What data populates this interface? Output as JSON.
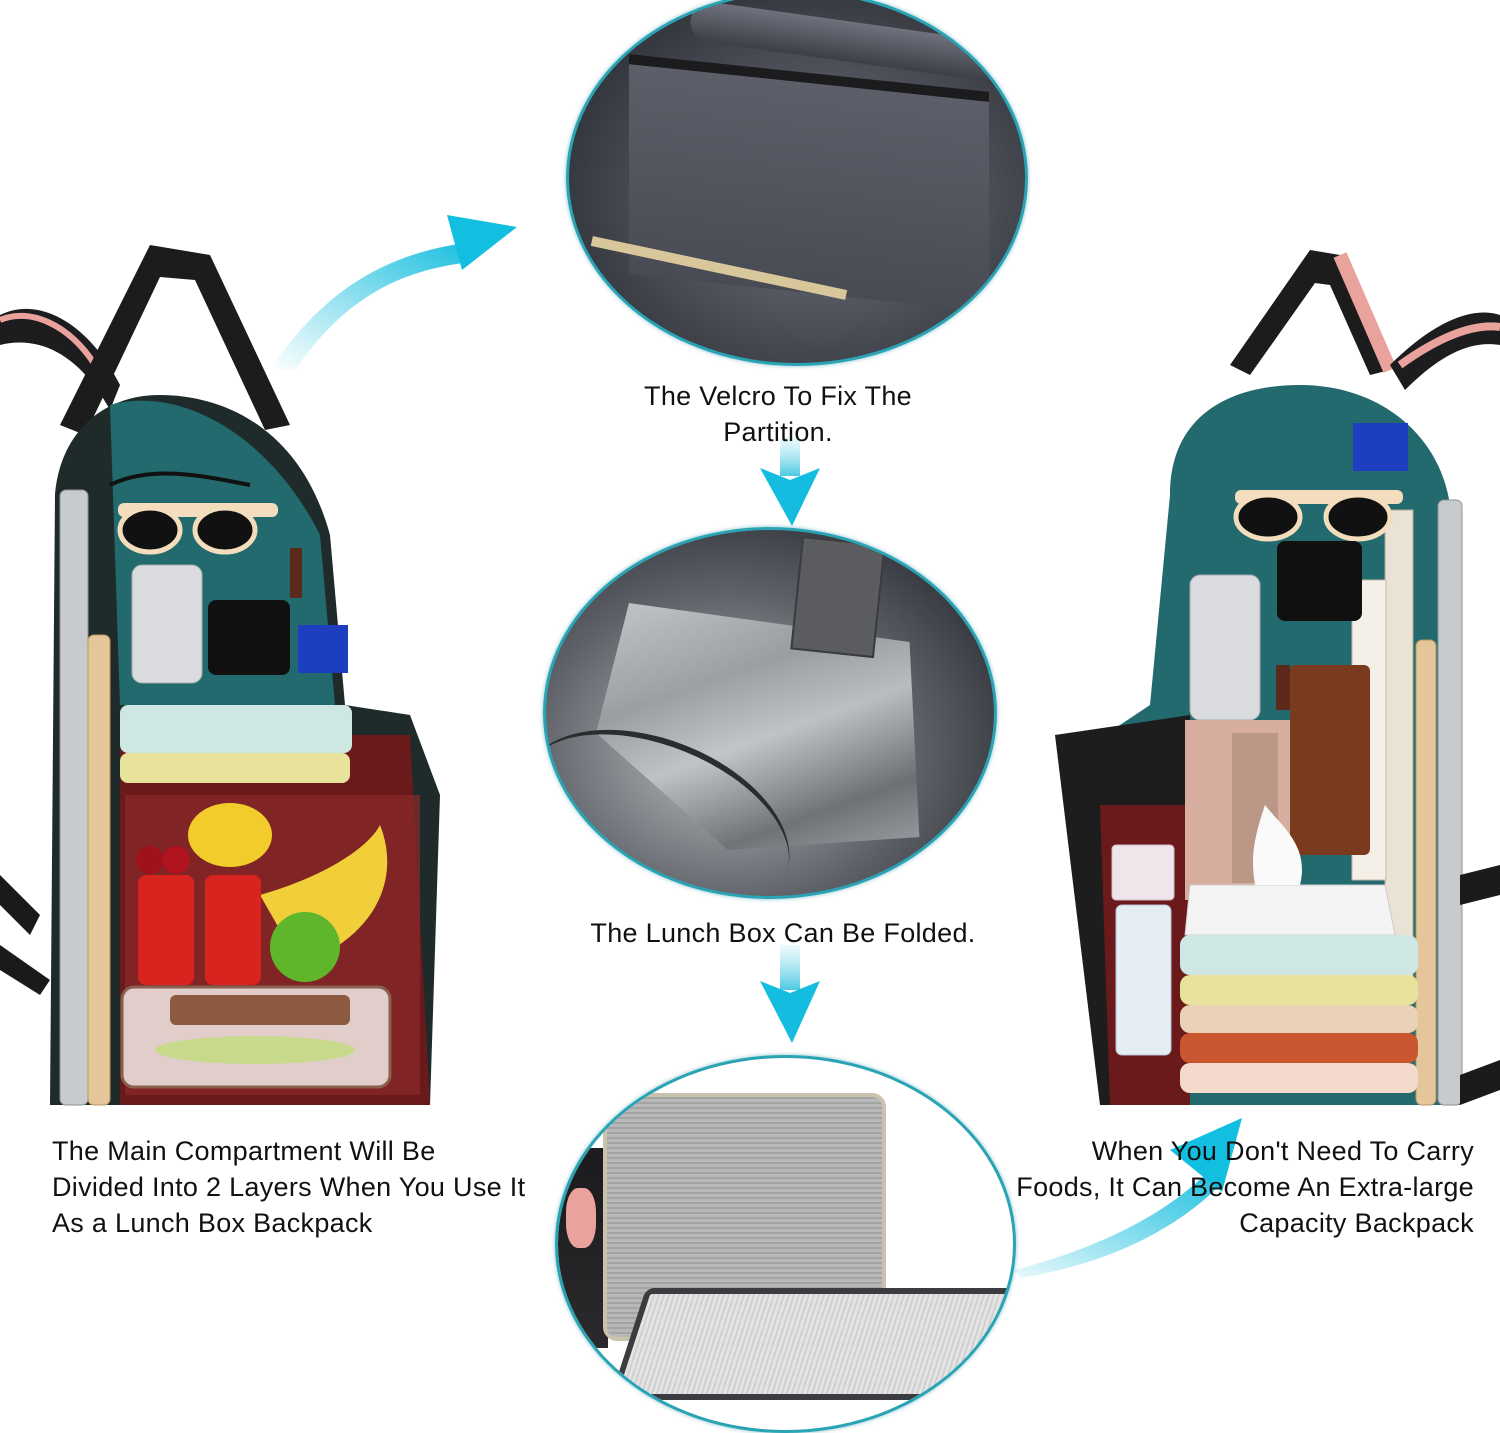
{
  "colors": {
    "accent_arrow": "#1ec0df",
    "circle_border": "#2aa3b5",
    "text": "#111111",
    "background": "#ffffff"
  },
  "captions": {
    "velcro": "The Velcro To Fix The Partition.",
    "lunch_box_folded": "The Lunch Box Can Be Folded.",
    "main_compartment": "The Main Compartment Will Be Divided Into 2 Layers When You Use It As a Lunch Box Backpack",
    "extra_large": "When You Don't Need To Carry Foods, It Can Become An Extra-large Capacity Backpack"
  },
  "images": {
    "left_backpack": "lunch-box-backpack-layout",
    "right_backpack": "extra-large-capacity-layout",
    "detail_1": "velcro-partition-closeup",
    "detail_2": "insulated-lunch-compartment-closeup",
    "detail_3": "folded-lunch-box-closeup"
  },
  "left_pack_items": [
    "usb-cable",
    "sunglasses",
    "phone",
    "wallet",
    "tissue-pack",
    "lipstick",
    "laptop",
    "tablet",
    "towels",
    "cherries",
    "lemon",
    "bananas",
    "lime",
    "soda-cans",
    "glass-food-container"
  ],
  "right_pack_items": [
    "tissue-pack",
    "sunglasses",
    "wallet",
    "phone",
    "lipstick",
    "notebook",
    "eyeshadow-palette",
    "books",
    "tablet",
    "laptop",
    "tissue-box",
    "perfume",
    "makeup-remover",
    "folded-clothes"
  ]
}
